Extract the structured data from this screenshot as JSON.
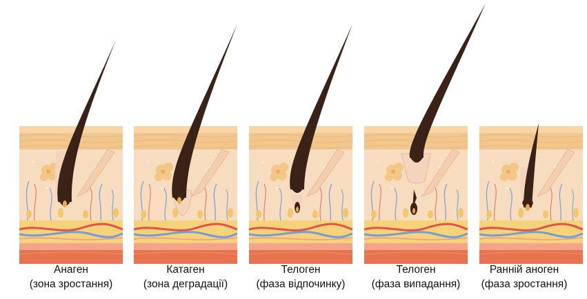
{
  "stages": [
    {
      "name": "Анаген",
      "desc": "(зона зростання)"
    },
    {
      "name": "Катаген",
      "desc": "(зона деградації)"
    },
    {
      "name": "Телоген",
      "desc": "(фаза відпочинку)"
    },
    {
      "name": "Телоген",
      "desc": "(фаза випадання)"
    },
    {
      "name": "Ранній аноген",
      "desc": "(фаза зростання)"
    }
  ],
  "colors": {
    "hair": "#3a2216",
    "skin_surface": "#f2c78e",
    "dermis": "#f7dcc0",
    "fat": "#f6d27a",
    "artery": "#e0524a",
    "vein": "#6f9fd4",
    "bottom_layer": "#e8734f"
  }
}
